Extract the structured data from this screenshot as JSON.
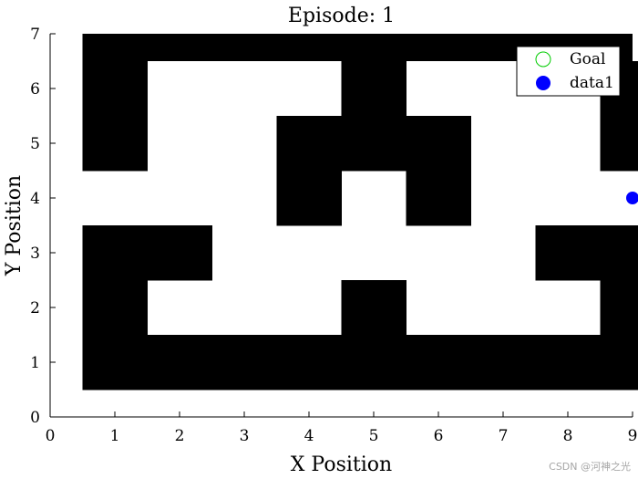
{
  "chart_data": {
    "type": "heatmap",
    "title": "Episode: 1",
    "xlabel": "X Position",
    "ylabel": "Y Position",
    "xlim": [
      0,
      9
    ],
    "ylim": [
      0,
      7
    ],
    "xticks": [
      "0",
      "1",
      "2",
      "3",
      "4",
      "5",
      "6",
      "7",
      "8",
      "9"
    ],
    "yticks": [
      "0",
      "1",
      "2",
      "3",
      "4",
      "5",
      "6",
      "7"
    ],
    "grid": false,
    "legend_location": "top-right",
    "colors": {
      "wall": "#000000",
      "free": "#ffffff",
      "goal": "#00cc00",
      "agent": "#0000ff"
    },
    "cell_rows_description": "row 1 is y=1 (bottom), row 6 is y=6 (top); column 1 is x=1; 1 = wall, 0 = free",
    "maze": [
      [
        1,
        1,
        1,
        1,
        1,
        1,
        1,
        1,
        1
      ],
      [
        1,
        0,
        0,
        0,
        1,
        0,
        0,
        0,
        1
      ],
      [
        1,
        1,
        0,
        0,
        0,
        0,
        0,
        1,
        1
      ],
      [
        0,
        0,
        0,
        1,
        0,
        1,
        0,
        0,
        0
      ],
      [
        1,
        0,
        0,
        1,
        1,
        1,
        0,
        0,
        1
      ],
      [
        1,
        0,
        0,
        0,
        1,
        0,
        0,
        0,
        1
      ]
    ],
    "top_wall_row": {
      "y": 7,
      "from_x": 1,
      "to_x": 9,
      "height": 0.5
    },
    "legend": [
      {
        "label": "Goal",
        "marker": "open-circle",
        "color": "#00cc00"
      },
      {
        "label": "data1",
        "marker": "filled-circle",
        "color": "#0000ff"
      }
    ],
    "series": [
      {
        "name": "data1",
        "points": [
          {
            "x": 9,
            "y": 4
          }
        ]
      }
    ]
  },
  "watermark": "CSDN @河神之光"
}
